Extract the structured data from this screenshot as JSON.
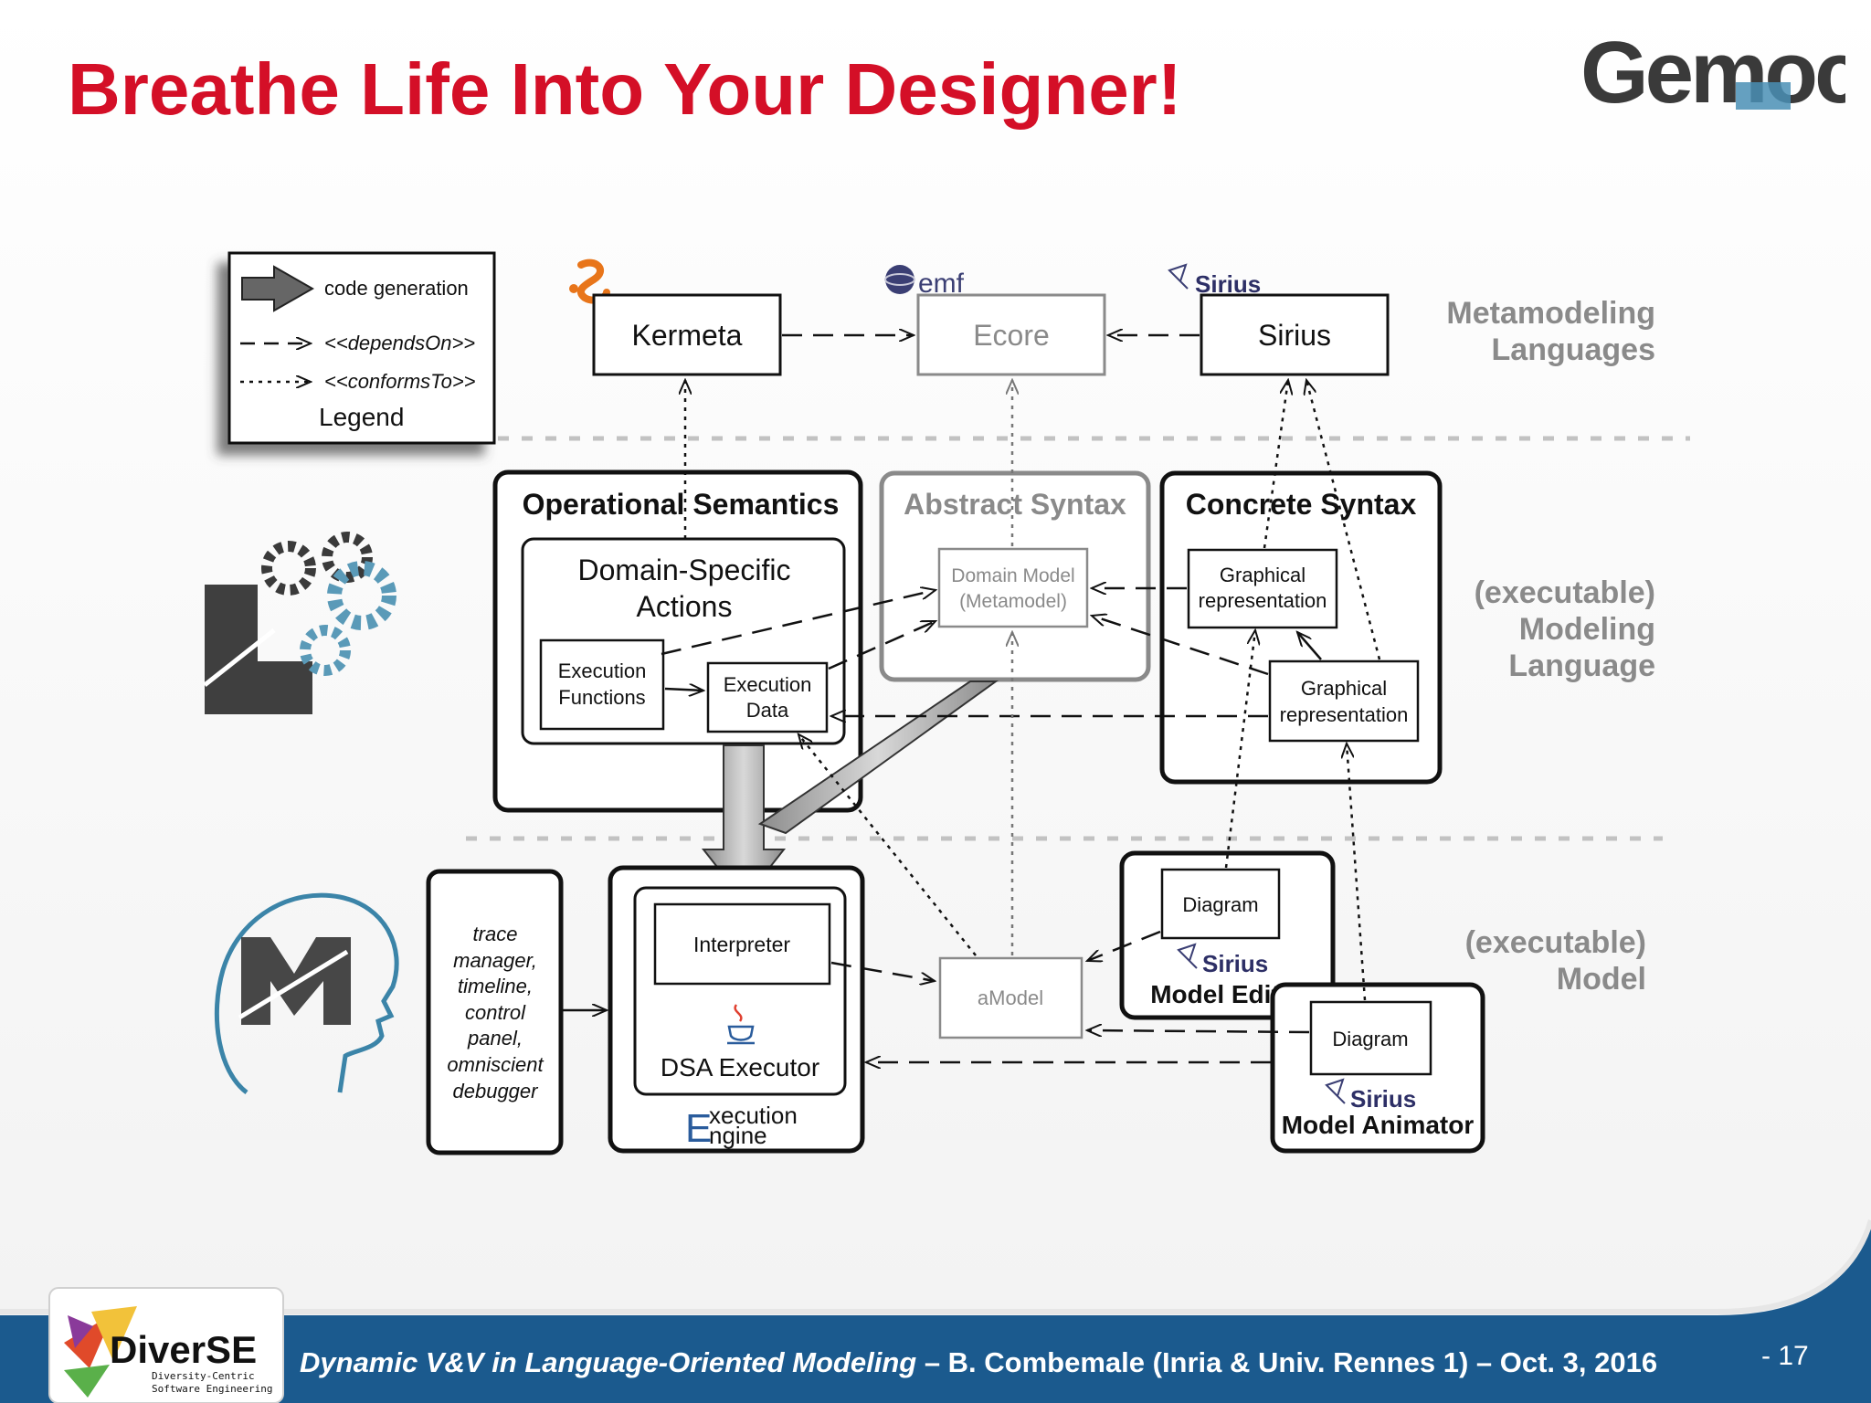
{
  "slide": {
    "title": "Breathe Life Into Your Designer!",
    "footer_italic": "Dynamic V&V in Language-Oriented Modeling",
    "footer_rest": " – B. Combemale (Inria & Univ. Rennes 1) – Oct. 3, 2016",
    "page_number": "- 17",
    "diverse_logo": "DiverSE",
    "diverse_tagline_1": "Diversity-Centric",
    "diverse_tagline_2": "Software Engineering",
    "gemoc_logo": "Gemoc"
  },
  "legend": {
    "code_generation": "code generation",
    "depends_on": "<<dependsOn>>",
    "conforms_to": "<<conformsTo>>",
    "title": "Legend"
  },
  "levels": {
    "metamodeling": [
      "Metamodeling",
      "Languages"
    ],
    "language": [
      "(executable)",
      "Modeling",
      "Language"
    ],
    "model": [
      "(executable)",
      "Model"
    ]
  },
  "tools": {
    "kermeta": "Kermeta",
    "ecore": "Ecore",
    "sirius": "Sirius",
    "emf_logo": "emf",
    "sirius_logo": "Sirius"
  },
  "language": {
    "op_sem_title": "Operational Semantics",
    "dsa_title": [
      "Domain-Specific",
      "Actions"
    ],
    "exec_functions": [
      "Execution",
      "Functions"
    ],
    "exec_data": [
      "Execution",
      "Data"
    ],
    "abstract_syntax_title": "Abstract Syntax",
    "domain_model": [
      "Domain Model",
      "(Metamodel)"
    ],
    "concrete_syntax_title": "Concrete Syntax",
    "graphical_rep_1": [
      "Graphical",
      "representation"
    ],
    "graphical_rep_2": [
      "Graphical",
      "representation"
    ]
  },
  "model": {
    "trace_box": [
      "trace",
      "manager,",
      "timeline,",
      "control",
      "panel,",
      "omniscient",
      "debugger"
    ],
    "interpreter": "Interpreter",
    "dsa_executor": "DSA Executor",
    "execution_engine": [
      "xecution",
      "ngine"
    ],
    "execution_engine_initial": "E",
    "amodel": "aModel",
    "diagram_editor": "Diagram",
    "model_editor": "Model Editor",
    "diagram_animator": "Diagram",
    "model_animator": "Model Animator",
    "sirius_small_1": "Sirius",
    "sirius_small_2": "Sirius"
  },
  "colors": {
    "title_red": "#d40f27",
    "footer_blue": "#1b5a8e",
    "grey_text": "#8a8a8a",
    "gear_blue": "#5a9ab8"
  }
}
